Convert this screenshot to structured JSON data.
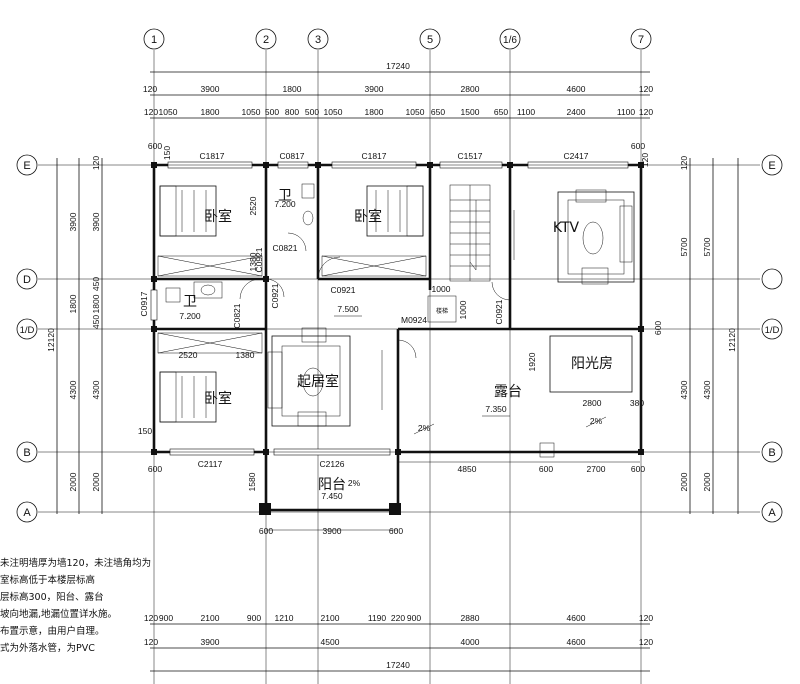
{
  "axes_vertical": [
    "1",
    "2",
    "3",
    "5",
    "1/6",
    "7"
  ],
  "axes_horizontal": [
    "E",
    "D",
    "1/D",
    "B",
    "A"
  ],
  "top_dims": {
    "total": "17240",
    "row1": [
      "120",
      "3900",
      "1800",
      "3900",
      "2800",
      "4600",
      "120"
    ],
    "row2": [
      "120",
      "1050",
      "1800",
      "1050",
      "500",
      "800",
      "500",
      "1050",
      "1800",
      "1050",
      "650",
      "1500",
      "650",
      "1100",
      "2400",
      "1100",
      "120"
    ]
  },
  "bottom_dims": {
    "total": "17240",
    "row1": [
      "120",
      "3900",
      "4500",
      "4000",
      "4600",
      "120"
    ],
    "row2": [
      "120",
      "900",
      "2100",
      "900",
      "1210",
      "2100",
      "1190",
      "220",
      "900",
      "2880",
      "4600",
      "120"
    ]
  },
  "side_dims": {
    "total": "12120",
    "outer": [
      "3900",
      "1800",
      "4300",
      "2000"
    ],
    "inner": [
      "120",
      "3900",
      "450",
      "1800",
      "450",
      "4300",
      "600",
      "2000"
    ],
    "right_outer": [
      "5700",
      "4300",
      "2000"
    ],
    "right_inner": [
      "120",
      "5700",
      "600",
      "4300",
      "600",
      "2000"
    ]
  },
  "windows": [
    "C1817",
    "C0817",
    "C1817",
    "C1517",
    "C2417",
    "C2117",
    "C2126",
    "C0917"
  ],
  "doors": [
    "C0921",
    "C0921",
    "C0921",
    "C0921",
    "M0924",
    "C0821",
    "C0821",
    "C0921"
  ],
  "rooms": {
    "bedroom": "卧室",
    "bath": "卫",
    "ktv": "KTV",
    "living": "起居室",
    "terrace": "露台",
    "sunroom": "阳光房",
    "balcony": "阳台"
  },
  "levels": [
    "7.500",
    "7.350",
    "7.450",
    "7.200",
    "7.200"
  ],
  "interior_dims": [
    "2520",
    "1380",
    "2520",
    "1380",
    "1000",
    "1000",
    "1920",
    "2800",
    "380",
    "4850",
    "2700",
    "1580",
    "3900"
  ],
  "small_dims": [
    "600",
    "150",
    "120",
    "600",
    "600",
    "600",
    "600",
    "600",
    "600",
    "150",
    "600"
  ],
  "slopes": [
    "2%",
    "2%",
    "2%"
  ],
  "labels_misc": [
    "楼梯"
  ],
  "notes": [
    "未注明墙厚为墙120，未注墙角均为",
    "",
    "室标高低于本楼层标高",
    "层标高300，阳台、露台",
    "坡向地漏,地漏位置详水施。",
    "布置示意，由用户自理。",
    "式为外落水管，为PVC"
  ]
}
